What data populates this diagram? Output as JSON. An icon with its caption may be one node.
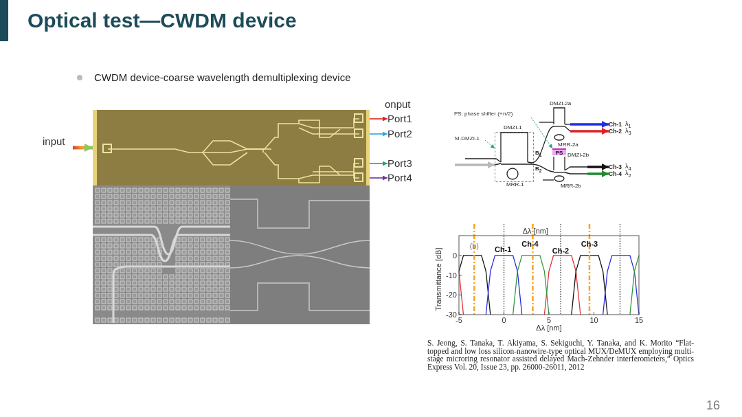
{
  "diagram": {
    "title": "Optical test—CWDM device",
    "nodes": [
      {
        "text": [],
        "shape": "picture"
      },
      {
        "text": [
          "input"
        ]
      },
      {
        "text": [
          "Port1"
        ]
      },
      {
        "text": [
          "Port2"
        ]
      },
      {
        "text": [
          "Port3"
        ]
      },
      {
        "text": [
          "Port4"
        ]
      },
      {
        "text": [
          "PS: phase shifter (+π/2)"
        ]
      },
      {
        "text": [
          "M-DMZI-1"
        ]
      },
      {
        "text": [],
        "shape": "box"
      },
      {
        "text": [
          "PS"
        ]
      },
      {
        "text": [
          "Ch-1"
        ],
        "beside": [
          "λ$_{1}$"
        ]
      },
      {
        "text": [
          "Ch-2"
        ],
        "beside": [
          "λ$_{3}$"
        ]
      },
      {
        "text": [
          "Ch-3"
        ],
        "beside": [
          "λ$_{4}$"
        ]
      },
      {
        "text": [
          "Ch-4"
        ],
        "beside": [
          "λ$_{2}$"
        ]
      },
      {
        "text": [
          "DMZI-2a"
        ]
      },
      {
        "text": [
          "DMZI-2b"
        ]
      },
      {
        "text": [],
        "shape": "picture"
      },
      {
        "text": [],
        "shape": "picture"
      }
    ],
    "edges": [
      {
        "from": 1,
        "to": 0,
        "arrow": "to"
      },
      {
        "from": 0,
        "to": 2,
        "arrow": "to",
        "color": "#e02020"
      },
      {
        "from": 0,
        "to": 3,
        "arrow": "to",
        "color": "#29a8e0"
      },
      {
        "from": 0,
        "to": 4,
        "arrow": "to",
        "color": "#1fa860"
      },
      {
        "from": 0,
        "to": 5,
        "arrow": "to",
        "color": "#7030a0"
      },
      {
        "from": 7,
        "to": 8,
        "arrow": "to",
        "style": "dashed",
        "color": "#1aa58a"
      },
      {
        "from": 6,
        "to": 9,
        "arrow": "to",
        "style": "dashed",
        "color": "#1aa58a"
      },
      {
        "from": null,
        "to": 8,
        "arrow": "to",
        "style": "thick",
        "color": "#b8b8b8"
      },
      {
        "from": 14,
        "to": 10,
        "arrow": "to",
        "style": "thick",
        "color": "#1f2fe0"
      },
      {
        "from": 14,
        "to": 11,
        "arrow": "to",
        "style": "thick",
        "color": "#e02020"
      },
      {
        "from": 15,
        "to": 12,
        "arrow": "to",
        "style": "thick",
        "color": "#111111"
      },
      {
        "from": 15,
        "to": 13,
        "arrow": "to",
        "style": "thick",
        "color": "#1e8a2e"
      }
    ],
    "labels": [
      "CWDM device-coarse wavelength demultiplexing device",
      "onput",
      "DMZI-1",
      "B$_{1}$",
      "MRR-2a",
      "B$_{2}$",
      "MRR-1",
      "MRR-2b",
      "S. Jeong, S. Tanaka, T. Akiyama, S. Sekiguchi, Y. Tanaka, and K. Morito “Flat-topped and low loss silicon-nanowire-type optical MUX/DeMUX employing multi-stage microring resonator assisted delayed Mach-Zehnder interferometers,” Optics Express Vol. 20, Issue 23, pp. 26000-26011, 2012",
      "16"
    ],
    "chart_data": {
      "type": "line",
      "xlabel": "Δλ [nm]",
      "ylabel": "Transmittance [dB]",
      "x": [
        -5,
        -4.5,
        -4,
        -3.5,
        -3,
        -2.5,
        -2,
        -1.5,
        -1,
        -0.5,
        0,
        0.5,
        1,
        1.5,
        2,
        2.5,
        3,
        3.5,
        4,
        4.5,
        5,
        5.5,
        6,
        6.5,
        7,
        7.5,
        8,
        8.5,
        9,
        9.5,
        10,
        10.5,
        11,
        11.5,
        12,
        12.5,
        13,
        13.5,
        14,
        14.5,
        15
      ],
      "series": [
        {
          "color": "#e03030",
          "values": [
            -8,
            -30,
            null,
            null,
            null,
            null,
            null,
            null,
            null,
            null,
            null,
            null,
            null,
            null,
            null,
            null,
            null,
            null,
            null,
            -30,
            -8,
            0,
            0,
            0,
            0,
            0,
            -8,
            -30,
            null,
            null,
            null,
            null,
            null,
            null,
            null,
            null,
            null,
            null,
            null,
            null,
            null
          ]
        },
        {
          "color": "#111111",
          "values": [
            -8,
            0,
            0,
            0,
            0,
            0,
            -8,
            -30,
            null,
            null,
            null,
            null,
            null,
            null,
            null,
            null,
            null,
            null,
            null,
            null,
            null,
            null,
            null,
            null,
            null,
            -30,
            -8,
            0,
            0,
            0,
            0,
            0,
            -8,
            -30,
            null,
            null,
            null,
            null,
            null,
            null,
            null
          ]
        },
        {
          "color": "#2a2ae0",
          "values": [
            null,
            null,
            null,
            null,
            null,
            null,
            -30,
            -8,
            0,
            0,
            0,
            0,
            0,
            -8,
            -30,
            null,
            null,
            null,
            null,
            null,
            null,
            null,
            null,
            null,
            null,
            null,
            null,
            null,
            null,
            null,
            null,
            null,
            -30,
            -8,
            0,
            0,
            0,
            0,
            0,
            -8,
            -30
          ]
        },
        {
          "color": "#2a9a3a",
          "values": [
            null,
            null,
            null,
            null,
            null,
            null,
            null,
            null,
            null,
            null,
            null,
            null,
            -30,
            -8,
            0,
            0,
            0,
            0,
            0,
            -8,
            -30,
            null,
            null,
            null,
            null,
            null,
            null,
            null,
            null,
            null,
            null,
            null,
            null,
            null,
            null,
            null,
            null,
            null,
            -30,
            -8,
            0
          ]
        }
      ],
      "xlim": [
        -5,
        15
      ],
      "ylim": [
        -30,
        10
      ],
      "xticks": [
        -5,
        0,
        5,
        10,
        15
      ],
      "yticks": [
        0,
        -10,
        -20,
        -30
      ],
      "ref_lines": [
        {
          "axis": "x",
          "value": -3.3,
          "color": "#f5a623"
        },
        {
          "axis": "x",
          "value": 3.2,
          "color": "#f5a623"
        },
        {
          "axis": "x",
          "value": 9.5,
          "color": "#f5a623"
        },
        {
          "axis": "x",
          "value": 0,
          "color": "#555555"
        },
        {
          "axis": "x",
          "value": 6.3,
          "color": "#555555"
        },
        {
          "axis": "x",
          "value": 12.9,
          "color": "#555555"
        }
      ],
      "annotations": [
        "Δλ [nm]",
        "(b)",
        "Ch-1",
        "Ch-4",
        "Ch-2",
        "Ch-3"
      ]
    }
  }
}
